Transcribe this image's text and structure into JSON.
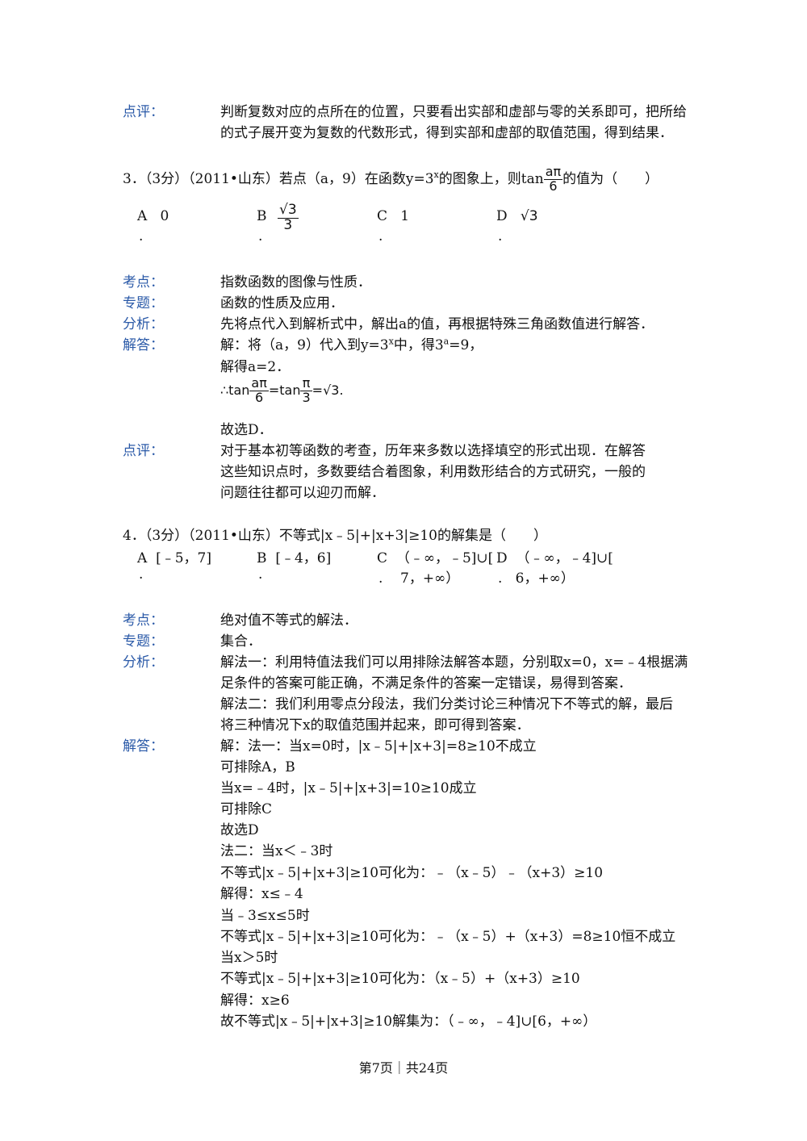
{
  "prev": {
    "label": "点评：",
    "lines": [
      "判断复数对应的点所在的位置，只要看出实部和虚部与零的关系即可，把所给",
      "的式子展开变为复数的代数形式，得到实部和虚部的取值范围，得到结果．"
    ]
  },
  "q3": {
    "stem_a": "3．（3分）（2011•山东）若点（a，9）在函数y=3",
    "stem_sup": "x",
    "stem_b": "的图象上，则tan",
    "stem_frac_num": "aπ",
    "stem_frac_den": "6",
    "stem_c": "的值为（　　）",
    "options": [
      {
        "letter": "A",
        "text": "0"
      },
      {
        "letter": "B",
        "frac_num": "√3",
        "frac_den": "3"
      },
      {
        "letter": "C",
        "text": "1"
      },
      {
        "letter": "D",
        "text": "√3"
      }
    ],
    "labels": {
      "kaodian": "考点：",
      "zhuanti": "专题：",
      "fenxi": "分析：",
      "jieda": "解答：",
      "dianping": "点评："
    },
    "kaodian": "指数函数的图像与性质．",
    "zhuanti": "函数的性质及应用．",
    "fenxi": "先将点代入到解析式中，解出a的值，再根据特殊三角函数值进行解答．",
    "jieda_1a": "解：将（a，9）代入到y=3",
    "jieda_1sup": "x",
    "jieda_1b": "中，得3",
    "jieda_1sup2": "a",
    "jieda_1c": "=9，",
    "jieda_2": "解得a=2．",
    "jieda_3_prefix": "∴tan",
    "jieda_3_frac1_num": "aπ",
    "jieda_3_frac1_den": "6",
    "jieda_3_mid": "=tan",
    "jieda_3_frac2_num": "π",
    "jieda_3_frac2_den": "3",
    "jieda_3_end": "=√3.",
    "jieda_4": "故选D．",
    "dianping": [
      "对于基本初等函数的考查，历年来多数以选择填空的形式出现．在解答",
      "这些知识点时，多数要结合着图象，利用数形结合的方式研究，一般的",
      "问题往往都可以迎刃而解．"
    ]
  },
  "q4": {
    "stem": "4．（3分）（2011•山东）不等式|x﹣5|+|x+3|≥10的解集是（　　）",
    "options": [
      {
        "letter": "A",
        "line1": "[﹣5，7]",
        "line2": ""
      },
      {
        "letter": "B",
        "line1": "[﹣4，6]",
        "line2": ""
      },
      {
        "letter": "C",
        "line1": "（﹣∞，﹣5]∪[",
        "line2": "7，+∞）"
      },
      {
        "letter": "D",
        "line1": "（﹣∞，﹣4]∪[",
        "line2": "6，+∞）"
      }
    ],
    "kaodian": "绝对值不等式的解法．",
    "zhuanti": "集合．",
    "fenxi": [
      "解法一：利用特值法我们可以用排除法解答本题，分别取x=0，x=﹣4根据满",
      "足条件的答案可能正确，不满足条件的答案一定错误，易得到答案．",
      "解法二：我们利用零点分段法，我们分类讨论三种情况下不等式的解，最后",
      "将三种情况下x的取值范围并起来，即可得到答案．"
    ],
    "jieda": [
      "解：法一：当x=0时，|x﹣5|+|x+3|=8≥10不成立",
      "可排除A，B",
      "当x=﹣4时，|x﹣5|+|x+3|=10≥10成立",
      "可排除C",
      "故选D",
      "法二：当x＜﹣3时",
      "不等式|x﹣5|+|x+3|≥10可化为：﹣（x﹣5）﹣（x+3）≥10",
      "解得：x≤﹣4",
      "当﹣3≤x≤5时",
      "不等式|x﹣5|+|x+3|≥10可化为：﹣（x﹣5）+（x+3）=8≥10恒不成立",
      "当x＞5时",
      "不等式|x﹣5|+|x+3|≥10可化为：（x﹣5）+（x+3）≥10",
      "解得：x≥6",
      "故不等式|x﹣5|+|x+3|≥10解集为：（﹣∞，﹣4]∪[6，+∞）"
    ]
  },
  "footer": "第7页｜共24页"
}
